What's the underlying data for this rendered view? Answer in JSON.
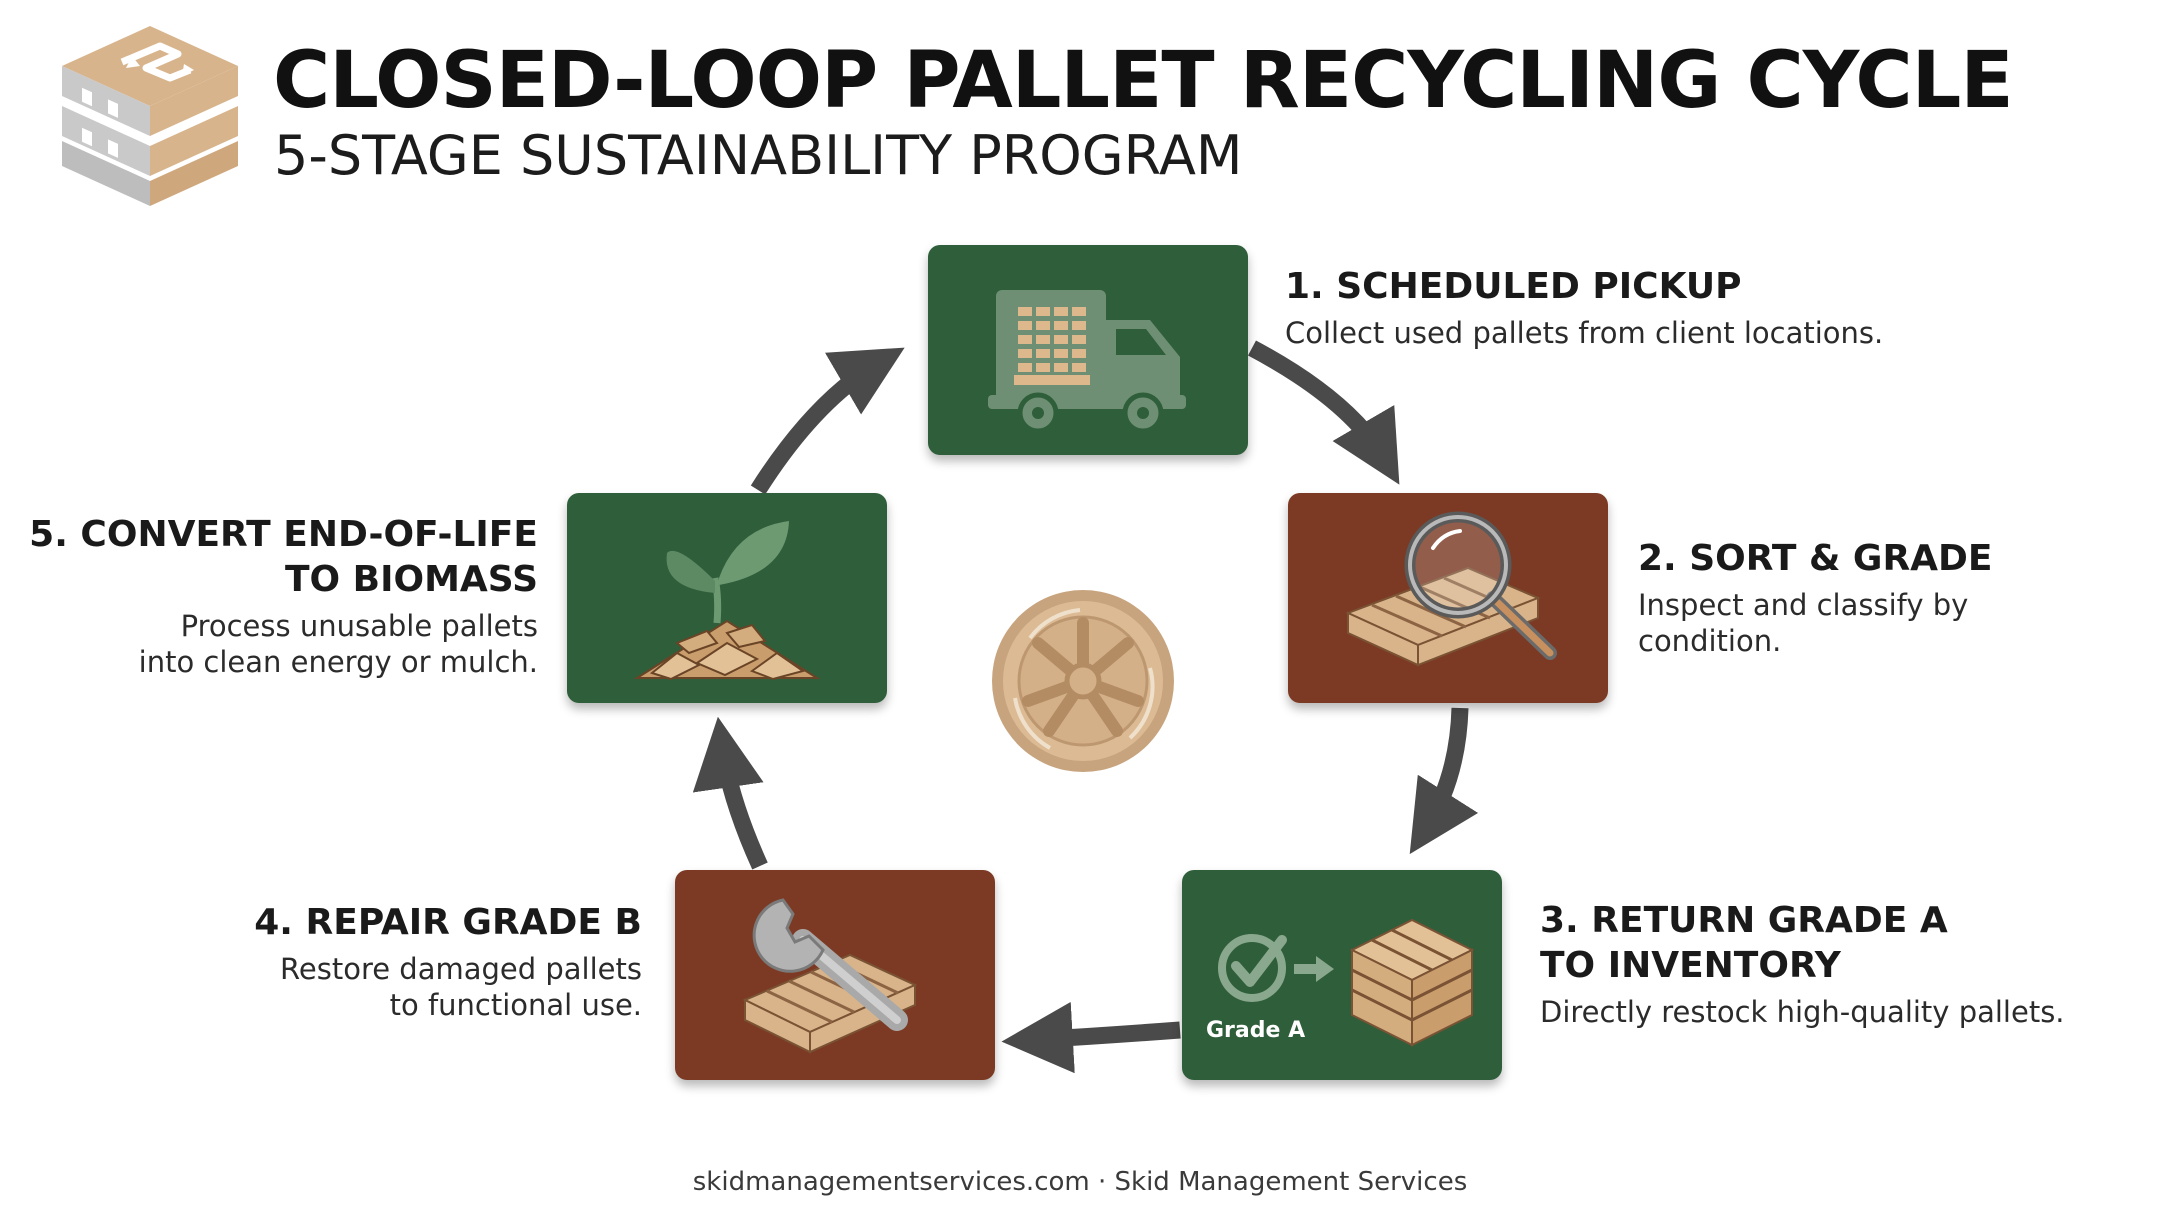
{
  "header": {
    "title": "CLOSED-LOOP PALLET RECYCLING CYCLE",
    "subtitle": "5-STAGE SUSTAINABILITY PROGRAM",
    "logo_icon": "pallet-stack-recycle-logo"
  },
  "colors": {
    "green": "#2f5e3a",
    "brown": "#7c3a24",
    "wood": "#d9b48a",
    "arrow": "#4a4a4a"
  },
  "stages": [
    {
      "number": 1,
      "title": "1. SCHEDULED PICKUP",
      "description": "Collect used pallets from client locations.",
      "icon": "truck-with-pallet-icon",
      "color": "green"
    },
    {
      "number": 2,
      "title": "2. SORT & GRADE",
      "description": "Inspect and classify by\ncondition.",
      "icon": "magnifier-over-pallet-icon",
      "color": "brown"
    },
    {
      "number": 3,
      "title": "3. RETURN GRADE A\nTO INVENTORY",
      "description": "Directly restock high-quality pallets.",
      "icon": "checkmark-to-pallet-stack-icon",
      "icon_label": "Grade A",
      "color": "green"
    },
    {
      "number": 4,
      "title": "4. REPAIR GRADE B",
      "description": "Restore damaged pallets\nto functional use.",
      "icon": "wrench-on-pallet-icon",
      "color": "brown"
    },
    {
      "number": 5,
      "title": "5. CONVERT END-OF-LIFE\nTO BIOMASS",
      "description": "Process unusable pallets\ninto clean energy or mulch.",
      "icon": "sprout-on-wood-chips-icon",
      "color": "green"
    }
  ],
  "center_icon": "wooden-wheel-recycle-icon",
  "footer": "skidmanagementservices.com · Skid Management Services"
}
